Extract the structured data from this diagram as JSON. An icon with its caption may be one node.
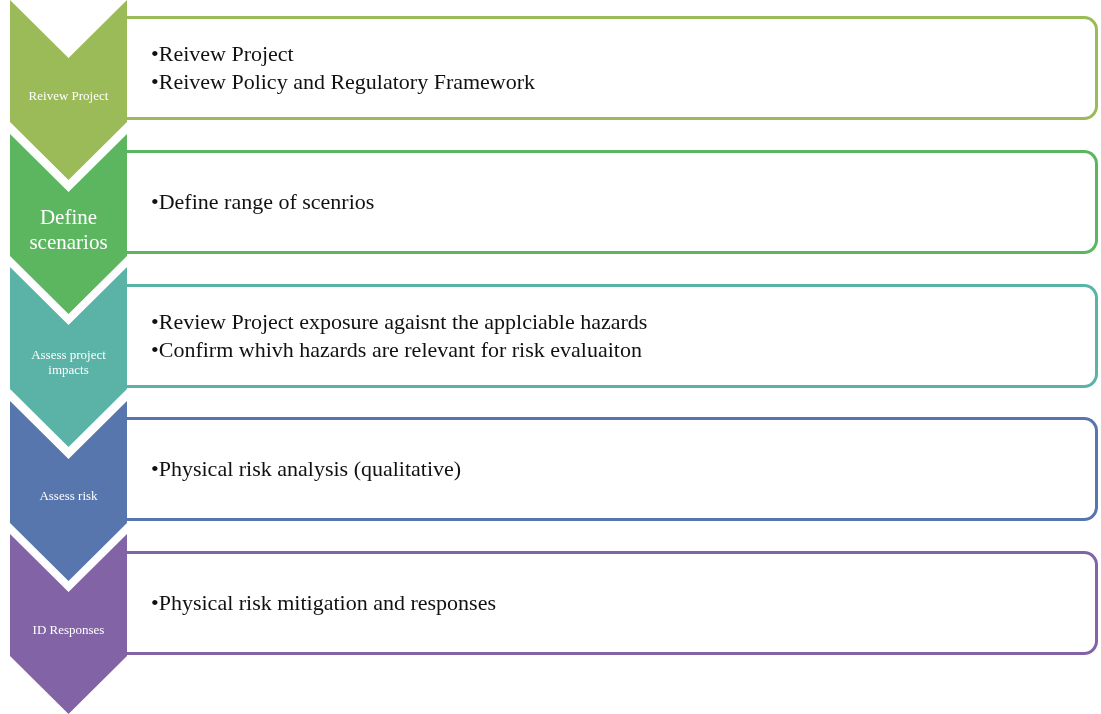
{
  "diagram": {
    "nodes": [
      {
        "text": [
          "Reivew Project"
        ]
      },
      {
        "text": [
          "•Reivew Project",
          "•Reivew Policy and Regulatory Framework"
        ]
      },
      {
        "text": [
          "Define scenarios"
        ]
      },
      {
        "text": [
          "•Define range of scenrios"
        ]
      },
      {
        "text": [
          "Assess project impacts"
        ]
      },
      {
        "text": [
          "•Review Project exposure agaisnt the applciable hazards",
          "•Confirm whivh hazards are relevant for risk evaluaiton"
        ]
      },
      {
        "text": [
          "Assess risk"
        ]
      },
      {
        "text": [
          "•Physical risk analysis (qualitative)"
        ]
      },
      {
        "text": [
          "ID Responses"
        ]
      },
      {
        "text": [
          "•Physical risk mitigation and responses"
        ]
      }
    ]
  }
}
